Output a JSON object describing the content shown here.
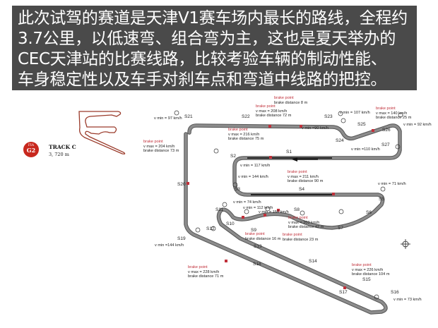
{
  "banner": {
    "lines": [
      "此次试驾的赛道是天津V1赛车场内最长的路线，全程约",
      "3.7公里，以低速弯、组合弯为主，这也是夏天举办的",
      "CEC天津站的比赛线路，比较考验车辆的制动性能、",
      "车身稳定性以及车手对刹车点和弯道中线路的把控。"
    ]
  },
  "track_info": {
    "badge_top": "FIA",
    "badge_grade": "G2",
    "name": "TRACK  C",
    "length": "3, 720  m"
  },
  "sections": {
    "s1": "S1",
    "s2": "S2",
    "s3": "S3",
    "s4": "S4",
    "s5": "S5",
    "s6": "S6",
    "s7": "S7",
    "s8": "S8",
    "s9": "S9",
    "s10": "S10",
    "s11": "S11",
    "s12": "S12",
    "s13": "S13",
    "s14": "S14",
    "s15": "S15",
    "s16": "S16",
    "s17": "S17",
    "s18": "S18",
    "s19": "S19",
    "s20": "S20",
    "s21": "S21",
    "s22": "S22",
    "s23": "S23",
    "s24": "S24",
    "s25": "S25",
    "s26": "S26",
    "s27": "S27"
  },
  "annotations": {
    "vmin_97": "v min = 97 km/h",
    "vmin_107": "v min = 107 km/h",
    "vmin_92": "v min = 92 km/h",
    "vmin_90": "v min =90 km/h",
    "vmin_110": "v min =110 km/h",
    "vmin_117": "v min = 117 km/h",
    "vmin_144a": "v min = 144 km/h",
    "vmin_71": "v min = 71 km/h",
    "vmin_74": "v min = 74 km/h",
    "vmin_112": "v min = 112 km/h",
    "vmin_150": "v min = 150 km/h",
    "vmin_144b": "v min =144 km/h",
    "vmin_73": "v min = 73 km/h",
    "brake_label": "brake point",
    "bp_s21_vmax": "v max = 204 km/h",
    "bp_s21_dist": "brake distance 73 m",
    "bp_s22_vmax": "v max = 208 km/h",
    "bp_s22_dist": "brake distance 72 m",
    "bp_s23_dist": "brake distance 8 m",
    "bp_s1_vmax": "v max = 216 km/h",
    "bp_s1_dist": "brake distance 75 m",
    "bp_s25_vmax": "v max = 140 km/h",
    "bp_s25_dist": "brake distance 25 m",
    "bp_s4_vmax": "v max = 211 km/h",
    "bp_s4_dist": "brake distance 90 m",
    "bp_s8_vmax": "v max = 203 km/h",
    "bp_s8_dist": "brake distance 42 m",
    "bp_s9_dist": "brake distance 16 m",
    "bp_s9b_dist": "brake distance 23 m",
    "bp_s18_vmax": "v max = 228 km/h",
    "bp_s18_dist": "brake distance 71 m",
    "bp_s15_vmax": "v max = 226 km/h",
    "bp_s15_dist": "brake distance 104 m"
  },
  "colors": {
    "banner_bg": "#4a4a4a",
    "track": "#6b6b6b",
    "brake_point": "#c0303a",
    "badge": "#c8281e",
    "outline_track": "#9a3a2a"
  }
}
